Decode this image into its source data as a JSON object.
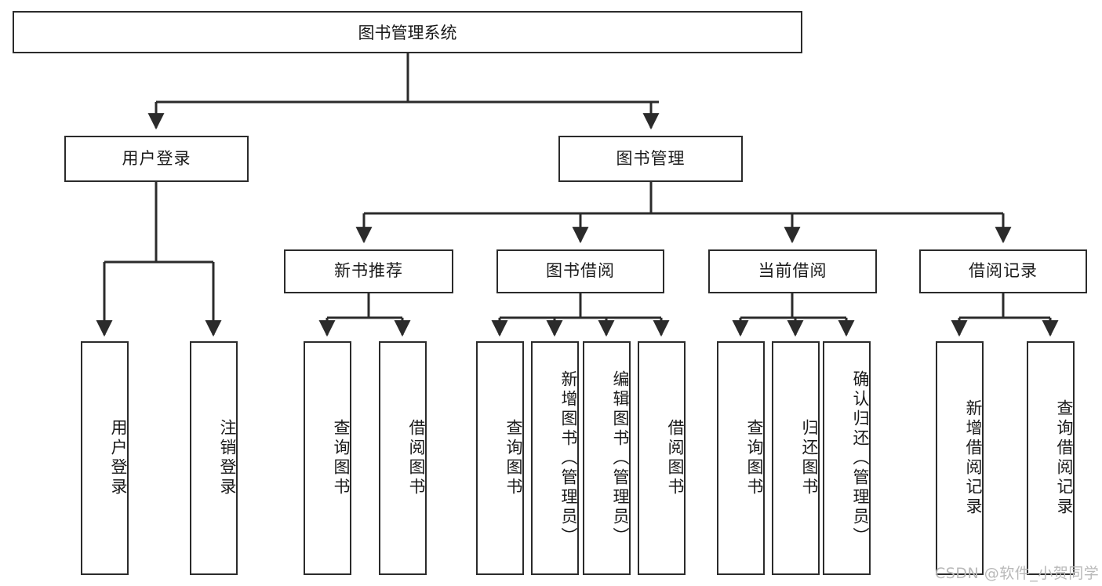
{
  "diagram": {
    "title": "图书管理系统",
    "type": "tree-hierarchy-diagram",
    "colors": {
      "box_border": "#2b2b2b",
      "box_fill": "#ffffff",
      "edge": "#2b2b2b",
      "background": "#ffffff",
      "watermark": "#b9b9b9"
    }
  },
  "nodes": {
    "root": {
      "label": "图书管理系统"
    },
    "level2": [
      {
        "label": "用户登录"
      },
      {
        "label": "图书管理"
      }
    ],
    "level3": [
      {
        "label": "新书推荐"
      },
      {
        "label": "图书借阅"
      },
      {
        "label": "当前借阅"
      },
      {
        "label": "借阅记录"
      }
    ],
    "leaves_user_login": [
      {
        "label": "用户登录"
      },
      {
        "label": "注销登录"
      }
    ],
    "leaves_new_book": [
      {
        "label": "查询图书"
      },
      {
        "label": "借阅图书"
      }
    ],
    "leaves_book_borrow": [
      {
        "label": "查询图书"
      },
      {
        "label": "新增图书（管理员）"
      },
      {
        "label": "编辑图书（管理员）"
      },
      {
        "label": "借阅图书"
      }
    ],
    "leaves_current_borrow": [
      {
        "label": "查询图书"
      },
      {
        "label": "归还图书"
      },
      {
        "label": "确认归还（管理员）"
      }
    ],
    "leaves_borrow_record": [
      {
        "label": "新增借阅记录"
      },
      {
        "label": "查询借阅记录"
      }
    ]
  },
  "watermark": {
    "text": "CSDN @软件_小贺同学"
  }
}
